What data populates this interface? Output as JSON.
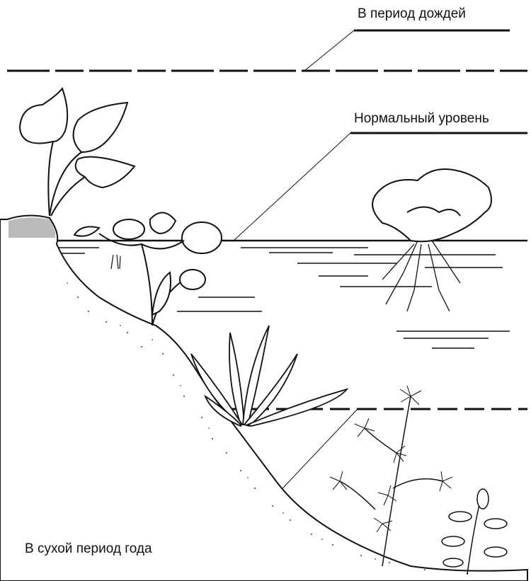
{
  "labels": {
    "rainy_season": "В период дождей",
    "normal_level": "Нормальный уровень",
    "dry_season": "В сухой период года"
  },
  "colors": {
    "ink": "#111111",
    "paper": "#ffffff"
  }
}
